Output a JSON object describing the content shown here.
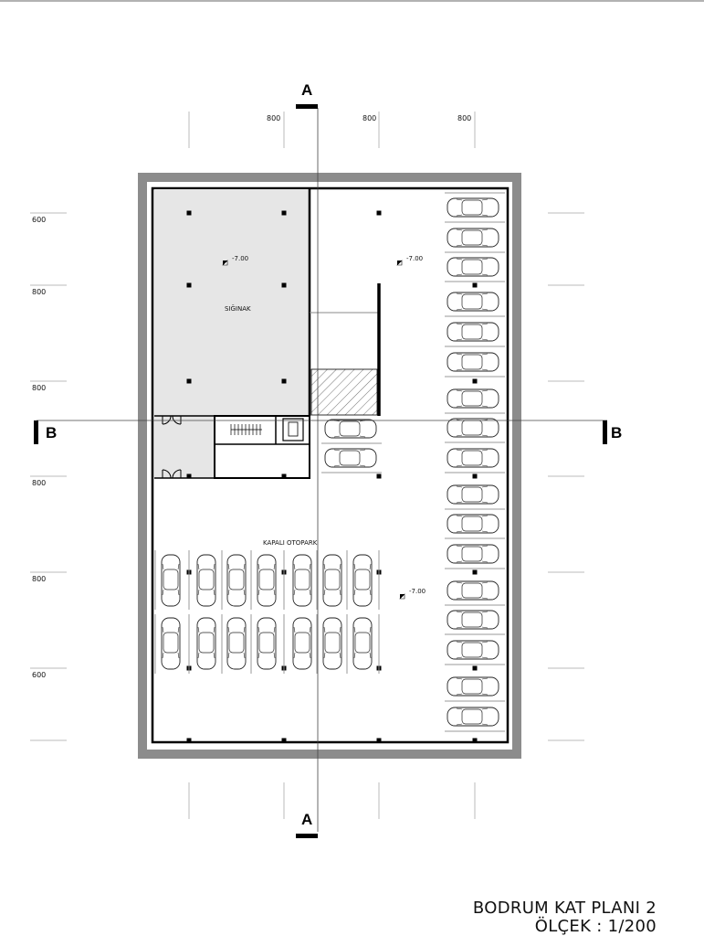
{
  "drawing": {
    "title": "BODRUM KAT PLANI 2",
    "scale": "ÖLÇEK : 1/200"
  },
  "section_marks": {
    "a_top": "A",
    "a_bottom": "A",
    "b_left": "B",
    "b_right": "B"
  },
  "dimensions": {
    "top": [
      "800",
      "800",
      "800"
    ],
    "left": [
      "600",
      "800",
      "800",
      "800",
      "800",
      "600"
    ]
  },
  "rooms": {
    "shelter": "SIĞINAK",
    "parking": "KAPALI OTOPARK"
  },
  "levels": {
    "shelter": "-7.00",
    "ramp": "-7.00",
    "parking": "-7.00"
  },
  "colors": {
    "wall": "#8c8c8c",
    "shelter_fill": "#e6e6e6",
    "line": "#000000"
  }
}
